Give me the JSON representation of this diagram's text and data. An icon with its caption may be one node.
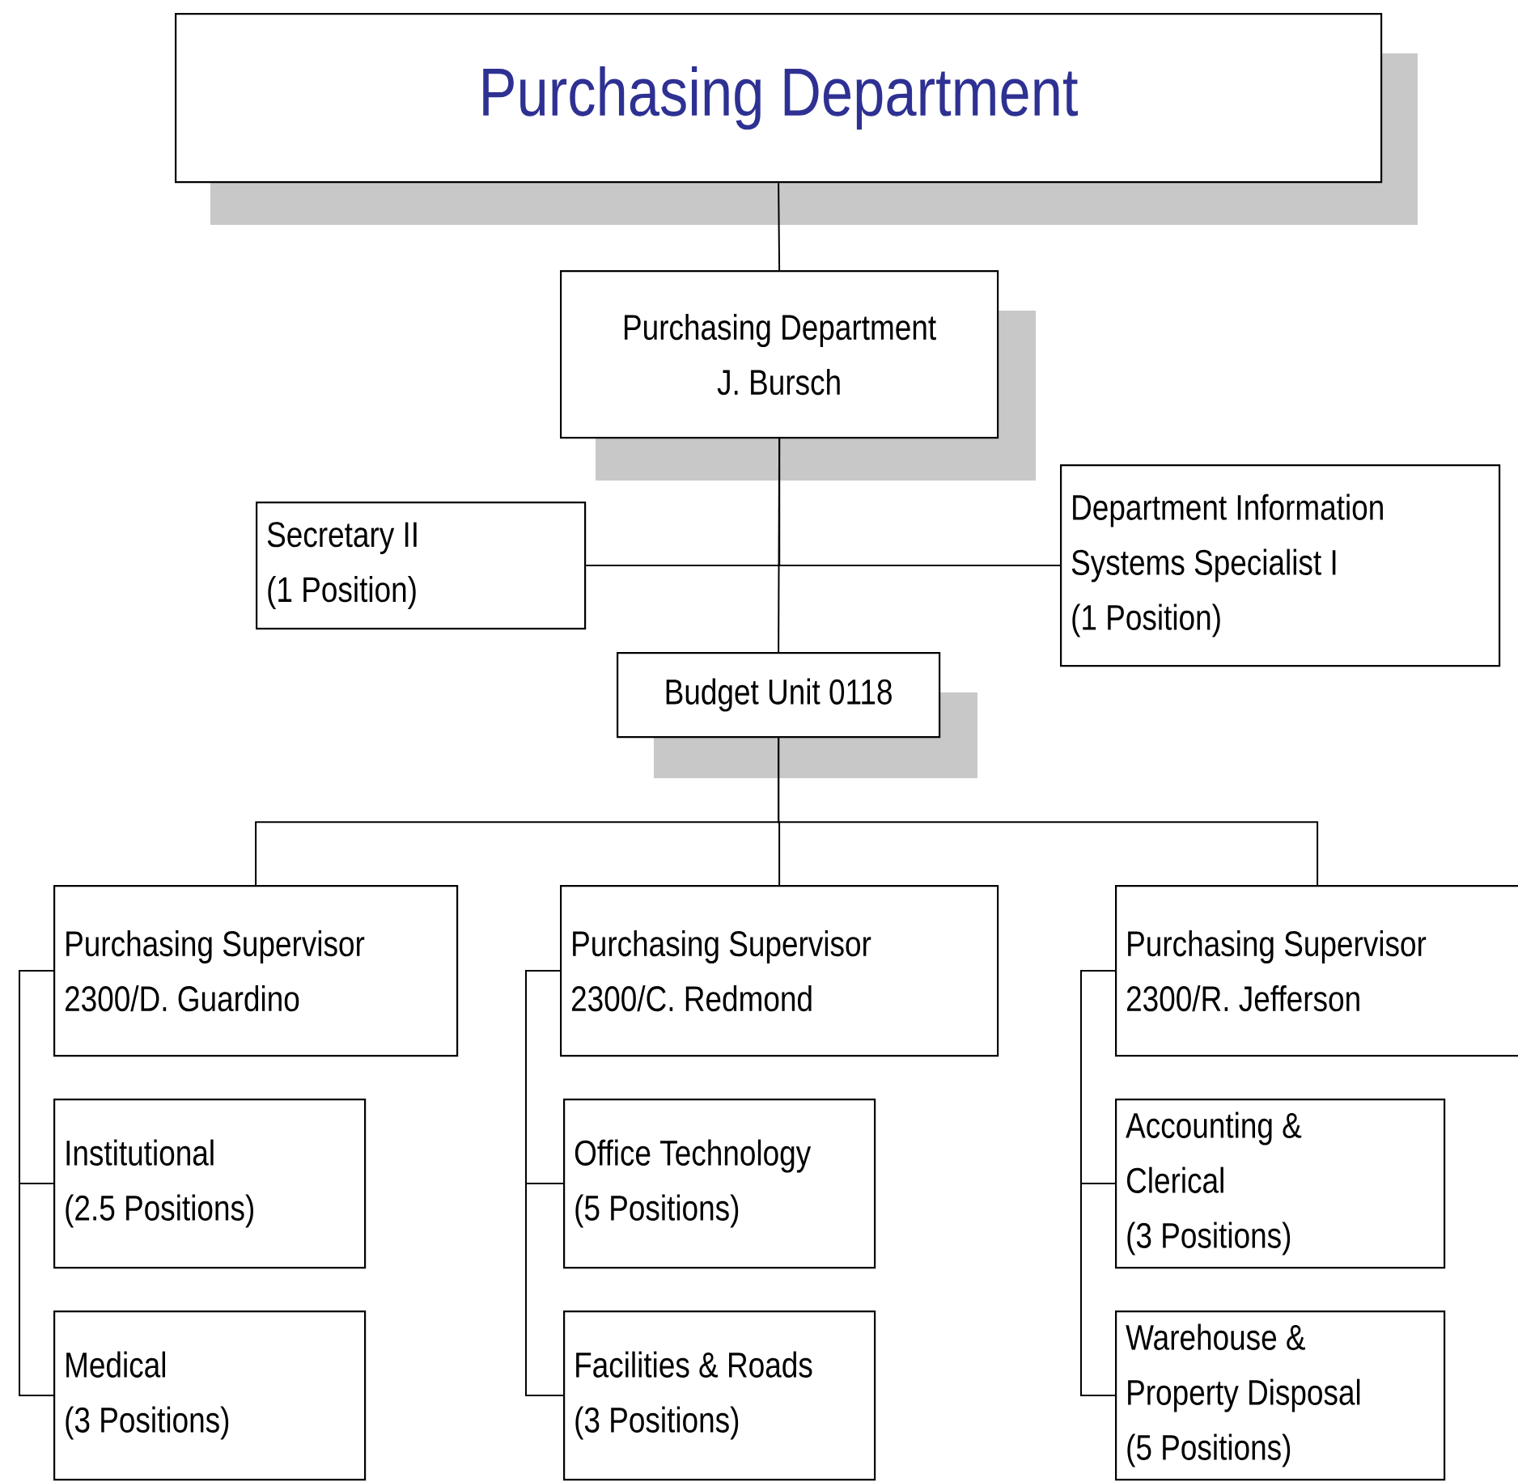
{
  "diagram": {
    "nodes": [
      {
        "text": [
          "Purchasing Department"
        ]
      },
      {
        "text": [
          "Purchasing Department",
          "J. Bursch"
        ]
      },
      {
        "text": [
          "Secretary II",
          "(1 Position)"
        ]
      },
      {
        "text": [
          "Department Information Systems Specialist I",
          "(1 Position)"
        ]
      },
      {
        "text": [
          "Budget Unit 0118"
        ]
      },
      {
        "text": [
          "Purchasing Supervisor",
          "2300/D. Guardino"
        ]
      },
      {
        "text": [
          "Institutional",
          "(2.5 Positions)"
        ]
      },
      {
        "text": [
          "Medical",
          "(3 Positions)"
        ]
      },
      {
        "text": [
          "Purchasing Supervisor",
          "2300/C. Redmond"
        ]
      },
      {
        "text": [
          "Office Technology",
          "(5 Positions)"
        ]
      },
      {
        "text": [
          "Facilities & Roads",
          "(3 Positions)"
        ]
      },
      {
        "text": [
          "Purchasing Supervisor",
          "2300/R. Jefferson"
        ]
      },
      {
        "text": [
          "Accounting & Clerical",
          "(3 Positions)"
        ]
      },
      {
        "text": [
          "Warehouse & Property Disposal",
          "(5 Positions)"
        ]
      }
    ],
    "edges": [
      {
        "from": 0,
        "to": 1,
        "arrow": "none"
      },
      {
        "from": 1,
        "to": 2,
        "arrow": "none"
      },
      {
        "from": 1,
        "to": 3,
        "arrow": "none"
      },
      {
        "from": 1,
        "to": 4,
        "arrow": "none"
      },
      {
        "from": 4,
        "to": 5,
        "arrow": "none"
      },
      {
        "from": 4,
        "to": 8,
        "arrow": "none"
      },
      {
        "from": 4,
        "to": 11,
        "arrow": "none"
      },
      {
        "from": 5,
        "to": 6,
        "arrow": "none"
      },
      {
        "from": 5,
        "to": 7,
        "arrow": "none"
      },
      {
        "from": 8,
        "to": 9,
        "arrow": "none"
      },
      {
        "from": 8,
        "to": 10,
        "arrow": "none"
      },
      {
        "from": 11,
        "to": 12,
        "arrow": "none"
      },
      {
        "from": 11,
        "to": 13,
        "arrow": "none"
      }
    ]
  }
}
